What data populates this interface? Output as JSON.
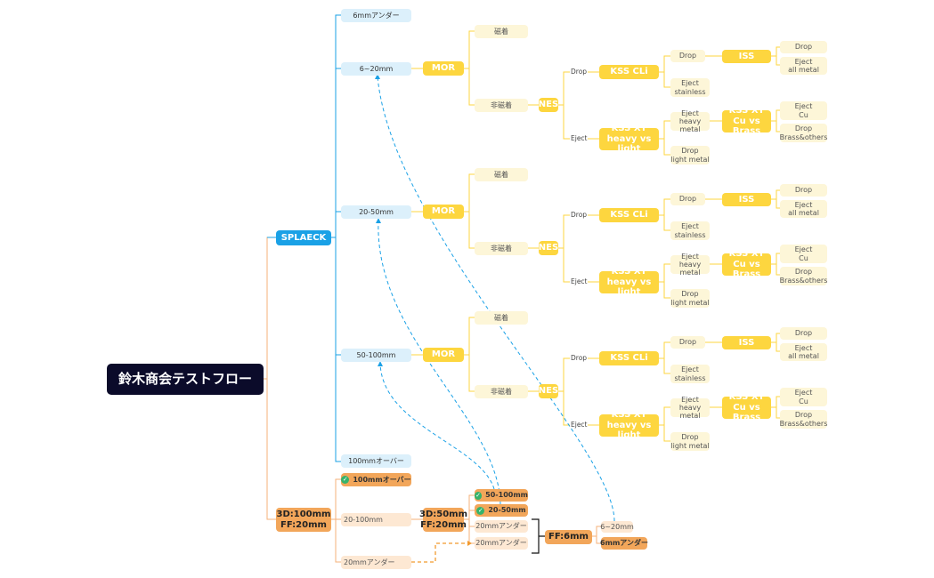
{
  "root": "鈴木商会テストフロー",
  "splaeck": "SPLAECK",
  "size_nodes": [
    "6mmアンダー",
    "6~20mm",
    "20-50mm",
    "50-100mm",
    "100mmオーバー"
  ],
  "mor": "MOR",
  "magnetic": "磁着",
  "non_magnetic": "非磁着",
  "nes": "NES",
  "drop": "Drop",
  "eject": "Eject",
  "kss_cli": "KSS CLi",
  "kss_xt_heavy": "KSS XT\nheavy vs light",
  "iss": "ISS",
  "kss_xt_cu": "KSS XT\nCu vs Brass",
  "eject_stainless": "Eject\nstainless",
  "eject_all_metal": "Eject\nall metal",
  "eject_heavy_metal": "Eject\nheavy metal",
  "drop_light_metal": "Drop\nlight metal",
  "eject_cu": "Eject\nCu",
  "drop_brass": "Drop\nBrass&others",
  "three_d_100": "3D:100mm\nFF:20mm",
  "over_100": "100mmオーバー",
  "r20_100": "20-100mm",
  "under_20": "20mmアンダー",
  "three_d_50": "3D:50mm\nFF:20mm",
  "c50_100": "50-100mm",
  "c20_50": "20-50mm",
  "u20a": "20mmアンダー",
  "u20b": "20mmアンダー",
  "ff6": "FF:6mm",
  "f6_20": "6~20mm",
  "u6": "6mmアンダー"
}
